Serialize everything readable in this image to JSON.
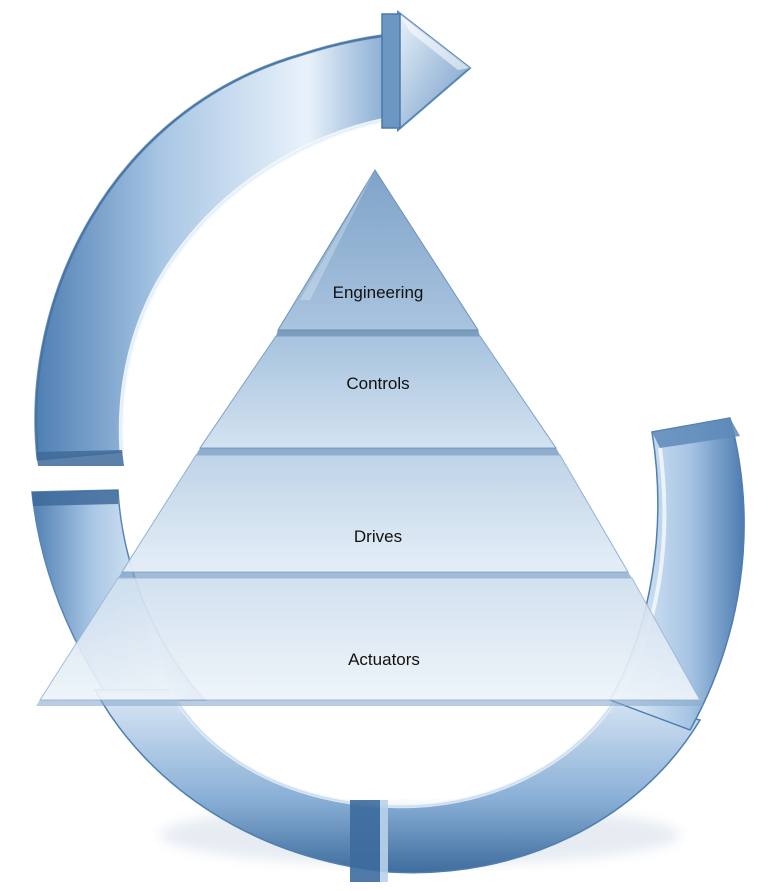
{
  "pyramid": {
    "tiers": [
      {
        "label": "Engineering"
      },
      {
        "label": "Controls"
      },
      {
        "label": "Drives"
      },
      {
        "label": "Actuators"
      }
    ]
  },
  "colors": {
    "ring_light": "#e8f1fa",
    "ring_mid": "#9cbedf",
    "ring_dark": "#5e8ab8",
    "ring_edge": "#3f6d9e",
    "tier_top": "#86a9cc",
    "tier_light": "#dfeaf5",
    "text": "#111111"
  }
}
